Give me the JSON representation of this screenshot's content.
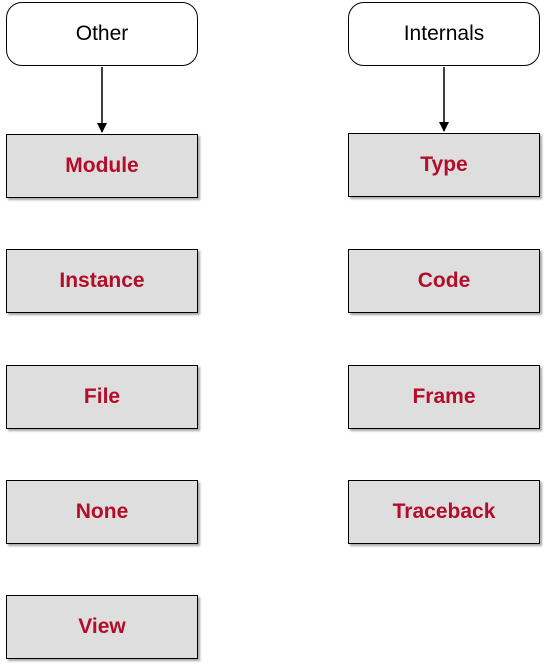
{
  "headers": {
    "other": "Other",
    "internals": "Internals"
  },
  "other_column": [
    "Module",
    "Instance",
    "File",
    "None",
    "View"
  ],
  "internals_column": [
    "Type",
    "Code",
    "Frame",
    "Traceback"
  ],
  "colors": {
    "node_fill": "#dedede",
    "node_text": "#b30d2a",
    "header_fill": "#ffffff",
    "border": "#000000"
  }
}
